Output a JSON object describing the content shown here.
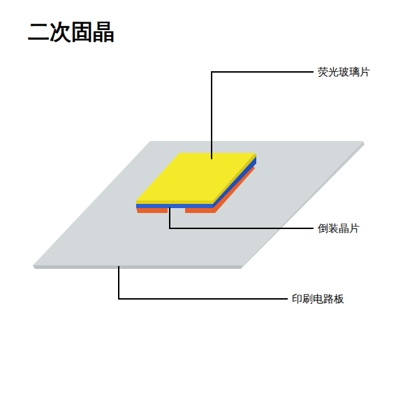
{
  "diagram": {
    "title": "二次固晶",
    "labels": [
      "荧光玻璃片",
      "倒装晶片",
      "印刷电路板"
    ]
  }
}
